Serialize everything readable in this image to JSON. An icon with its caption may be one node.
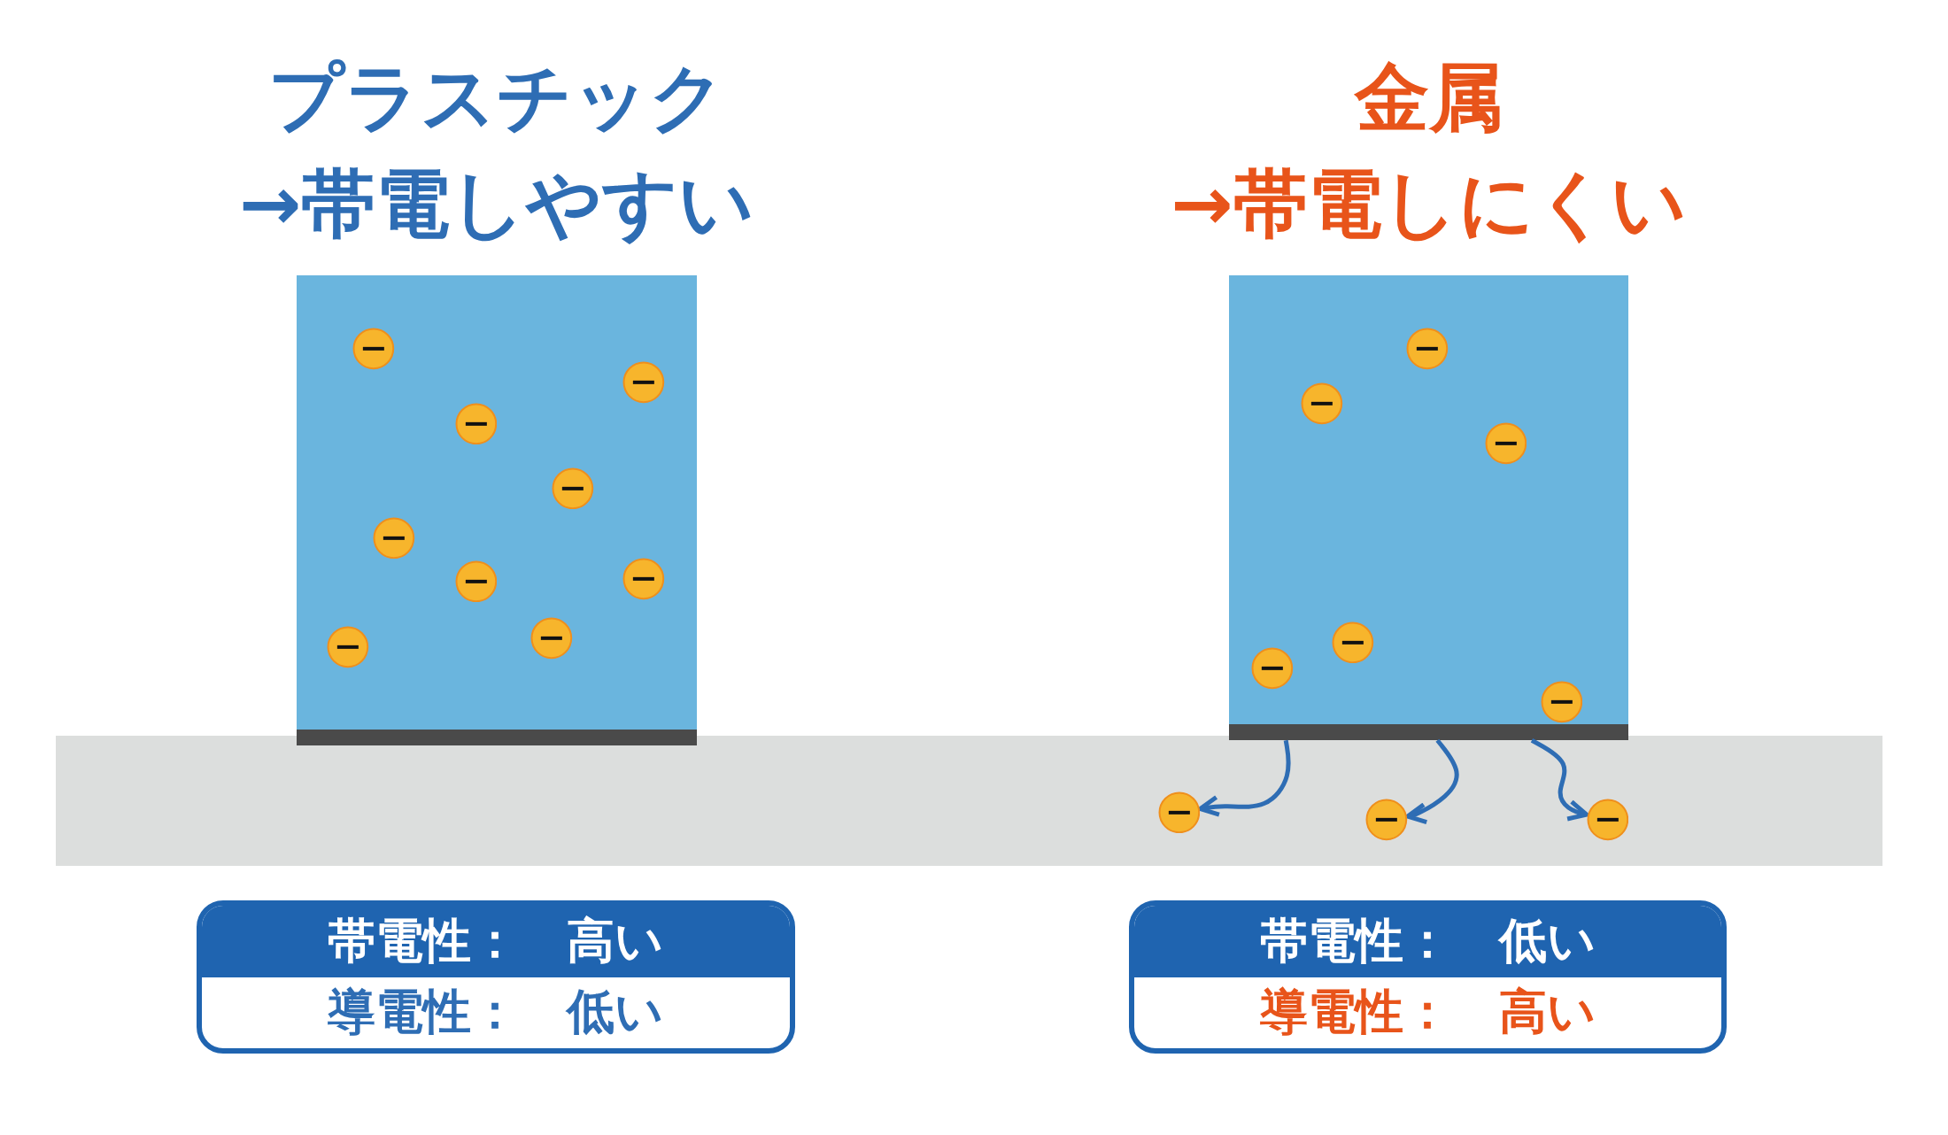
{
  "diagram": {
    "nodes": [
      {
        "text": [
          "プラスチック",
          "→帯電しやすい"
        ]
      },
      {
        "text": [],
        "shape": "circle",
        "in": 0
      },
      {
        "text": [],
        "shape": "circle",
        "in": 0
      },
      {
        "text": [],
        "shape": "circle",
        "in": 0
      },
      {
        "text": [],
        "shape": "circle",
        "in": 0
      },
      {
        "text": [],
        "shape": "circle",
        "in": 0
      },
      {
        "text": [],
        "shape": "circle",
        "in": 0
      },
      {
        "text": [],
        "shape": "circle",
        "in": 0
      },
      {
        "text": [],
        "shape": "circle",
        "in": 0
      },
      {
        "text": [],
        "shape": "circle",
        "in": 0
      },
      {
        "text": [
          "金属",
          "→帯電しにくい"
        ]
      },
      {
        "text": [],
        "shape": "circle",
        "in": 10
      },
      {
        "text": [],
        "shape": "circle",
        "in": 10
      },
      {
        "text": [],
        "shape": "circle",
        "in": 10
      },
      {
        "text": [],
        "shape": "circle",
        "in": 10
      },
      {
        "text": [],
        "shape": "circle",
        "in": 10
      },
      {
        "text": [],
        "shape": "circle",
        "in": 10
      },
      {
        "text": [],
        "shape": "circle"
      },
      {
        "text": [],
        "shape": "circle"
      },
      {
        "text": [],
        "shape": "circle"
      },
      {
        "text": [
          "帯電性：　高い",
          "導電性：　低い"
        ]
      },
      {
        "text": [
          "帯電性：　低い",
          "導電性：　高い"
        ]
      }
    ],
    "edges": [
      {
        "from": 10,
        "to": 17,
        "arrow": "to"
      },
      {
        "from": 10,
        "to": 18,
        "arrow": "to"
      },
      {
        "from": 10,
        "to": 19,
        "arrow": "to"
      }
    ]
  }
}
